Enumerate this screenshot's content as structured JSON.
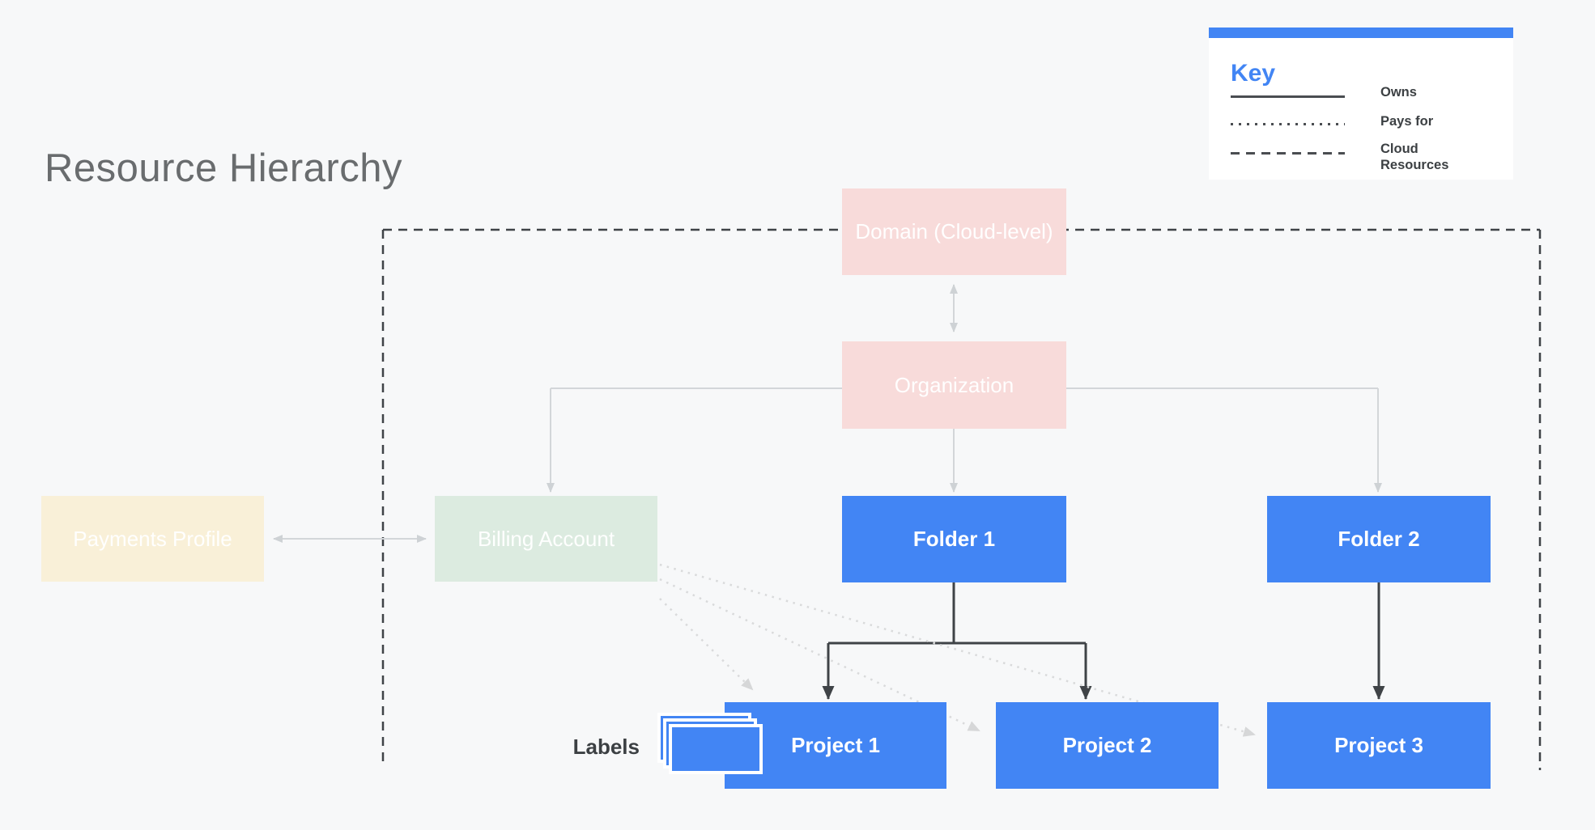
{
  "title": "Resource Hierarchy",
  "key": {
    "heading": "Key",
    "items": [
      {
        "style": "solid",
        "label": "Owns"
      },
      {
        "style": "dotted",
        "label": "Pays for"
      },
      {
        "style": "dashed",
        "label": "Cloud Resources"
      }
    ]
  },
  "nodes": {
    "domain": {
      "label": "Domain (Cloud-level)",
      "color": "#f8dbda"
    },
    "organization": {
      "label": "Organization",
      "color": "#f8dbda"
    },
    "payments_profile": {
      "label": "Payments Profile",
      "color": "#f9f0d8"
    },
    "billing_account": {
      "label": "Billing Account",
      "color": "#dcebe0"
    },
    "folder1": {
      "label": "Folder 1",
      "color": "#4285f4"
    },
    "folder2": {
      "label": "Folder 2",
      "color": "#4285f4"
    },
    "project1": {
      "label": "Project 1",
      "color": "#4285f4"
    },
    "project2": {
      "label": "Project 2",
      "color": "#4285f4"
    },
    "project3": {
      "label": "Project 3",
      "color": "#4285f4"
    }
  },
  "labels_caption": "Labels",
  "colors": {
    "background": "#f7f8f9",
    "node_blue": "#4285f4",
    "node_pink": "#f8dbda",
    "node_green": "#dcebe0",
    "node_cream": "#f9f0d8",
    "accent_blue": "#4285f4",
    "line_dark": "#3f4347",
    "line_gray": "#d3d6d9",
    "line_dotted": "#d9dadb",
    "key_line_color": "#4a4d51",
    "text_dark": "#3c4043",
    "title_gray": "#696c6e"
  }
}
